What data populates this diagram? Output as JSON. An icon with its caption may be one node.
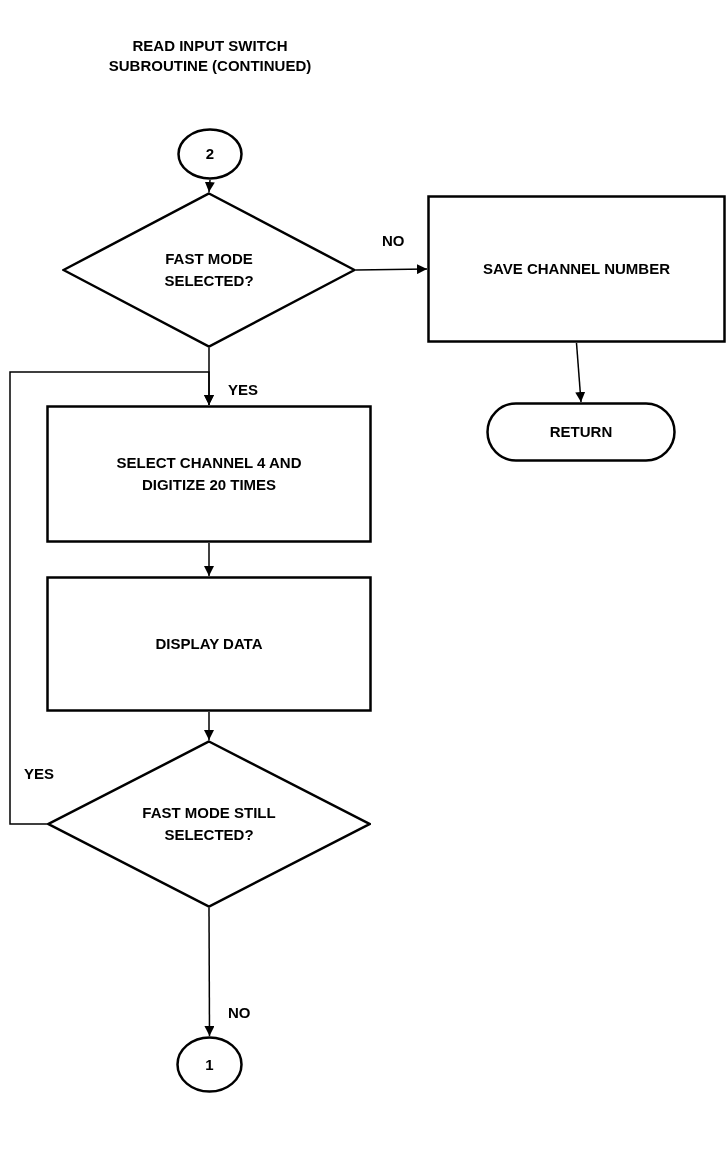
{
  "diagram": {
    "title": "READ INPUT SWITCH SUBROUTINE (CONTINUED)",
    "nodes": [
      {
        "text": [
          "2"
        ]
      },
      {
        "text": [
          "FAST MODE SELECTED?"
        ]
      },
      {
        "text": [
          "SAVE CHANNEL NUMBER"
        ]
      },
      {
        "text": [
          "RETURN"
        ]
      },
      {
        "text": [
          "SELECT CHANNEL 4 AND DIGITIZE 20 TIMES"
        ]
      },
      {
        "text": [
          "DISPLAY DATA"
        ]
      },
      {
        "text": [
          "FAST MODE STILL SELECTED?"
        ]
      },
      {
        "text": [
          "1"
        ]
      }
    ],
    "edges": [
      {
        "from": 0,
        "to": 1,
        "arrow": "to"
      },
      {
        "from": 1,
        "to": 2,
        "arrow": "to",
        "label": "NO"
      },
      {
        "from": 2,
        "to": 3,
        "arrow": "to"
      },
      {
        "from": 1,
        "to": 4,
        "arrow": "to",
        "label": "YES"
      },
      {
        "from": 4,
        "to": 5,
        "arrow": "to"
      },
      {
        "from": 5,
        "to": 6,
        "arrow": "to"
      },
      {
        "from": 6,
        "to": 4,
        "arrow": "to",
        "label": "YES"
      },
      {
        "from": 6,
        "to": 7,
        "arrow": "to",
        "label": "NO"
      }
    ]
  }
}
